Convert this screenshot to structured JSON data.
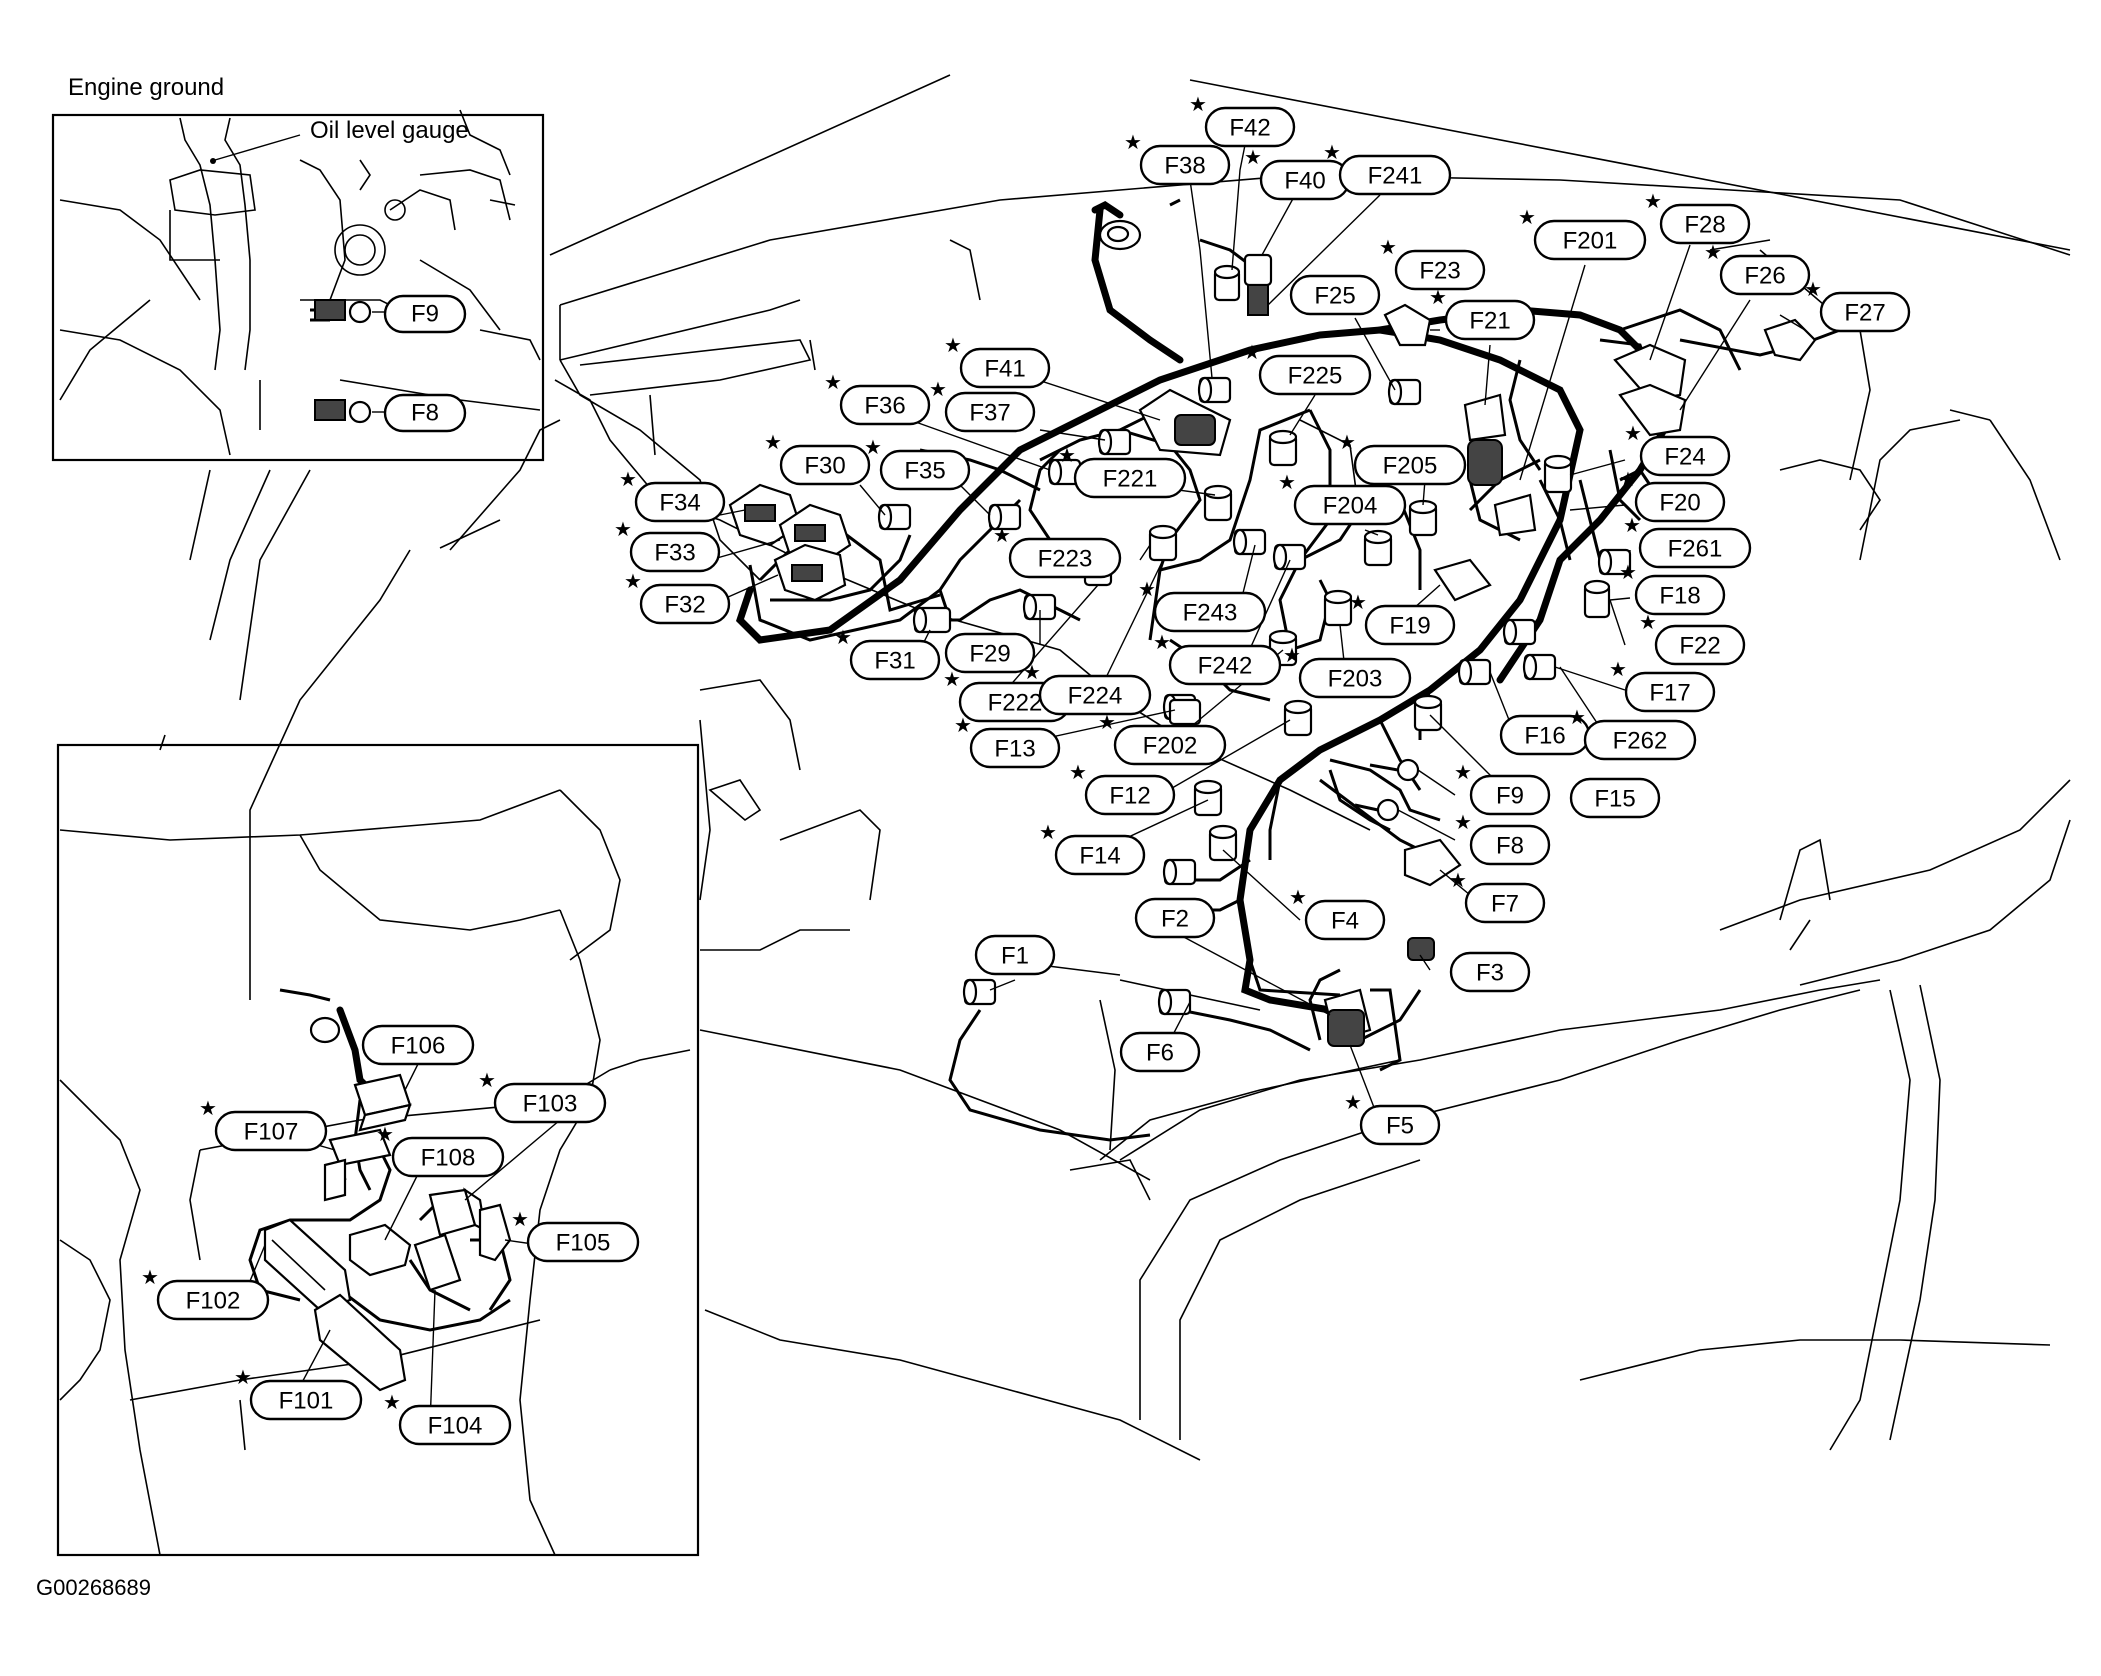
{
  "inset_engine_ground": {
    "title": "Engine ground",
    "oil_gauge_label": "Oil level gauge",
    "callouts": [
      "F9",
      "F8"
    ]
  },
  "figure_id": "G00268689",
  "star_symbol": "★",
  "callouts": [
    {
      "label": "F42",
      "star": true
    },
    {
      "label": "F38",
      "star": true
    },
    {
      "label": "F40",
      "star": true
    },
    {
      "label": "F241",
      "star": true
    },
    {
      "label": "F201",
      "star": true
    },
    {
      "label": "F28",
      "star": true
    },
    {
      "label": "F26",
      "star": true
    },
    {
      "label": "F27",
      "star": true
    },
    {
      "label": "F23",
      "star": true
    },
    {
      "label": "F25",
      "star": false
    },
    {
      "label": "F21",
      "star": true
    },
    {
      "label": "F225",
      "star": true
    },
    {
      "label": "F41",
      "star": true
    },
    {
      "label": "F36",
      "star": true
    },
    {
      "label": "F37",
      "star": true
    },
    {
      "label": "F221",
      "star": true
    },
    {
      "label": "F30",
      "star": true
    },
    {
      "label": "F35",
      "star": true
    },
    {
      "label": "F34",
      "star": true
    },
    {
      "label": "F33",
      "star": true
    },
    {
      "label": "F32",
      "star": true
    },
    {
      "label": "F24",
      "star": true
    },
    {
      "label": "F205",
      "star": true
    },
    {
      "label": "F20",
      "star": true
    },
    {
      "label": "F204",
      "star": true
    },
    {
      "label": "F261",
      "star": true
    },
    {
      "label": "F223",
      "star": true
    },
    {
      "label": "F18",
      "star": true
    },
    {
      "label": "F243",
      "star": true
    },
    {
      "label": "F19",
      "star": true
    },
    {
      "label": "F22",
      "star": true
    },
    {
      "label": "F31",
      "star": true
    },
    {
      "label": "F29",
      "star": false
    },
    {
      "label": "F242",
      "star": true
    },
    {
      "label": "F203",
      "star": true
    },
    {
      "label": "F17",
      "star": true
    },
    {
      "label": "F222",
      "star": true
    },
    {
      "label": "F224",
      "star": true
    },
    {
      "label": "F16",
      "star": false
    },
    {
      "label": "F262",
      "star": true
    },
    {
      "label": "F13",
      "star": true
    },
    {
      "label": "F202",
      "star": true
    },
    {
      "label": "F12",
      "star": true
    },
    {
      "label": "F9",
      "star": true
    },
    {
      "label": "F15",
      "star": false
    },
    {
      "label": "F14",
      "star": true
    },
    {
      "label": "F8",
      "star": true
    },
    {
      "label": "F7",
      "star": true
    },
    {
      "label": "F2",
      "star": false
    },
    {
      "label": "F4",
      "star": true
    },
    {
      "label": "F1",
      "star": false
    },
    {
      "label": "F3",
      "star": false
    },
    {
      "label": "F6",
      "star": false
    },
    {
      "label": "F5",
      "star": true
    }
  ],
  "inset_bottom": {
    "callouts": [
      {
        "label": "F106",
        "star": false
      },
      {
        "label": "F103",
        "star": true
      },
      {
        "label": "F107",
        "star": true
      },
      {
        "label": "F108",
        "star": true
      },
      {
        "label": "F105",
        "star": true
      },
      {
        "label": "F102",
        "star": true
      },
      {
        "label": "F101",
        "star": true
      },
      {
        "label": "F104",
        "star": true
      }
    ]
  }
}
